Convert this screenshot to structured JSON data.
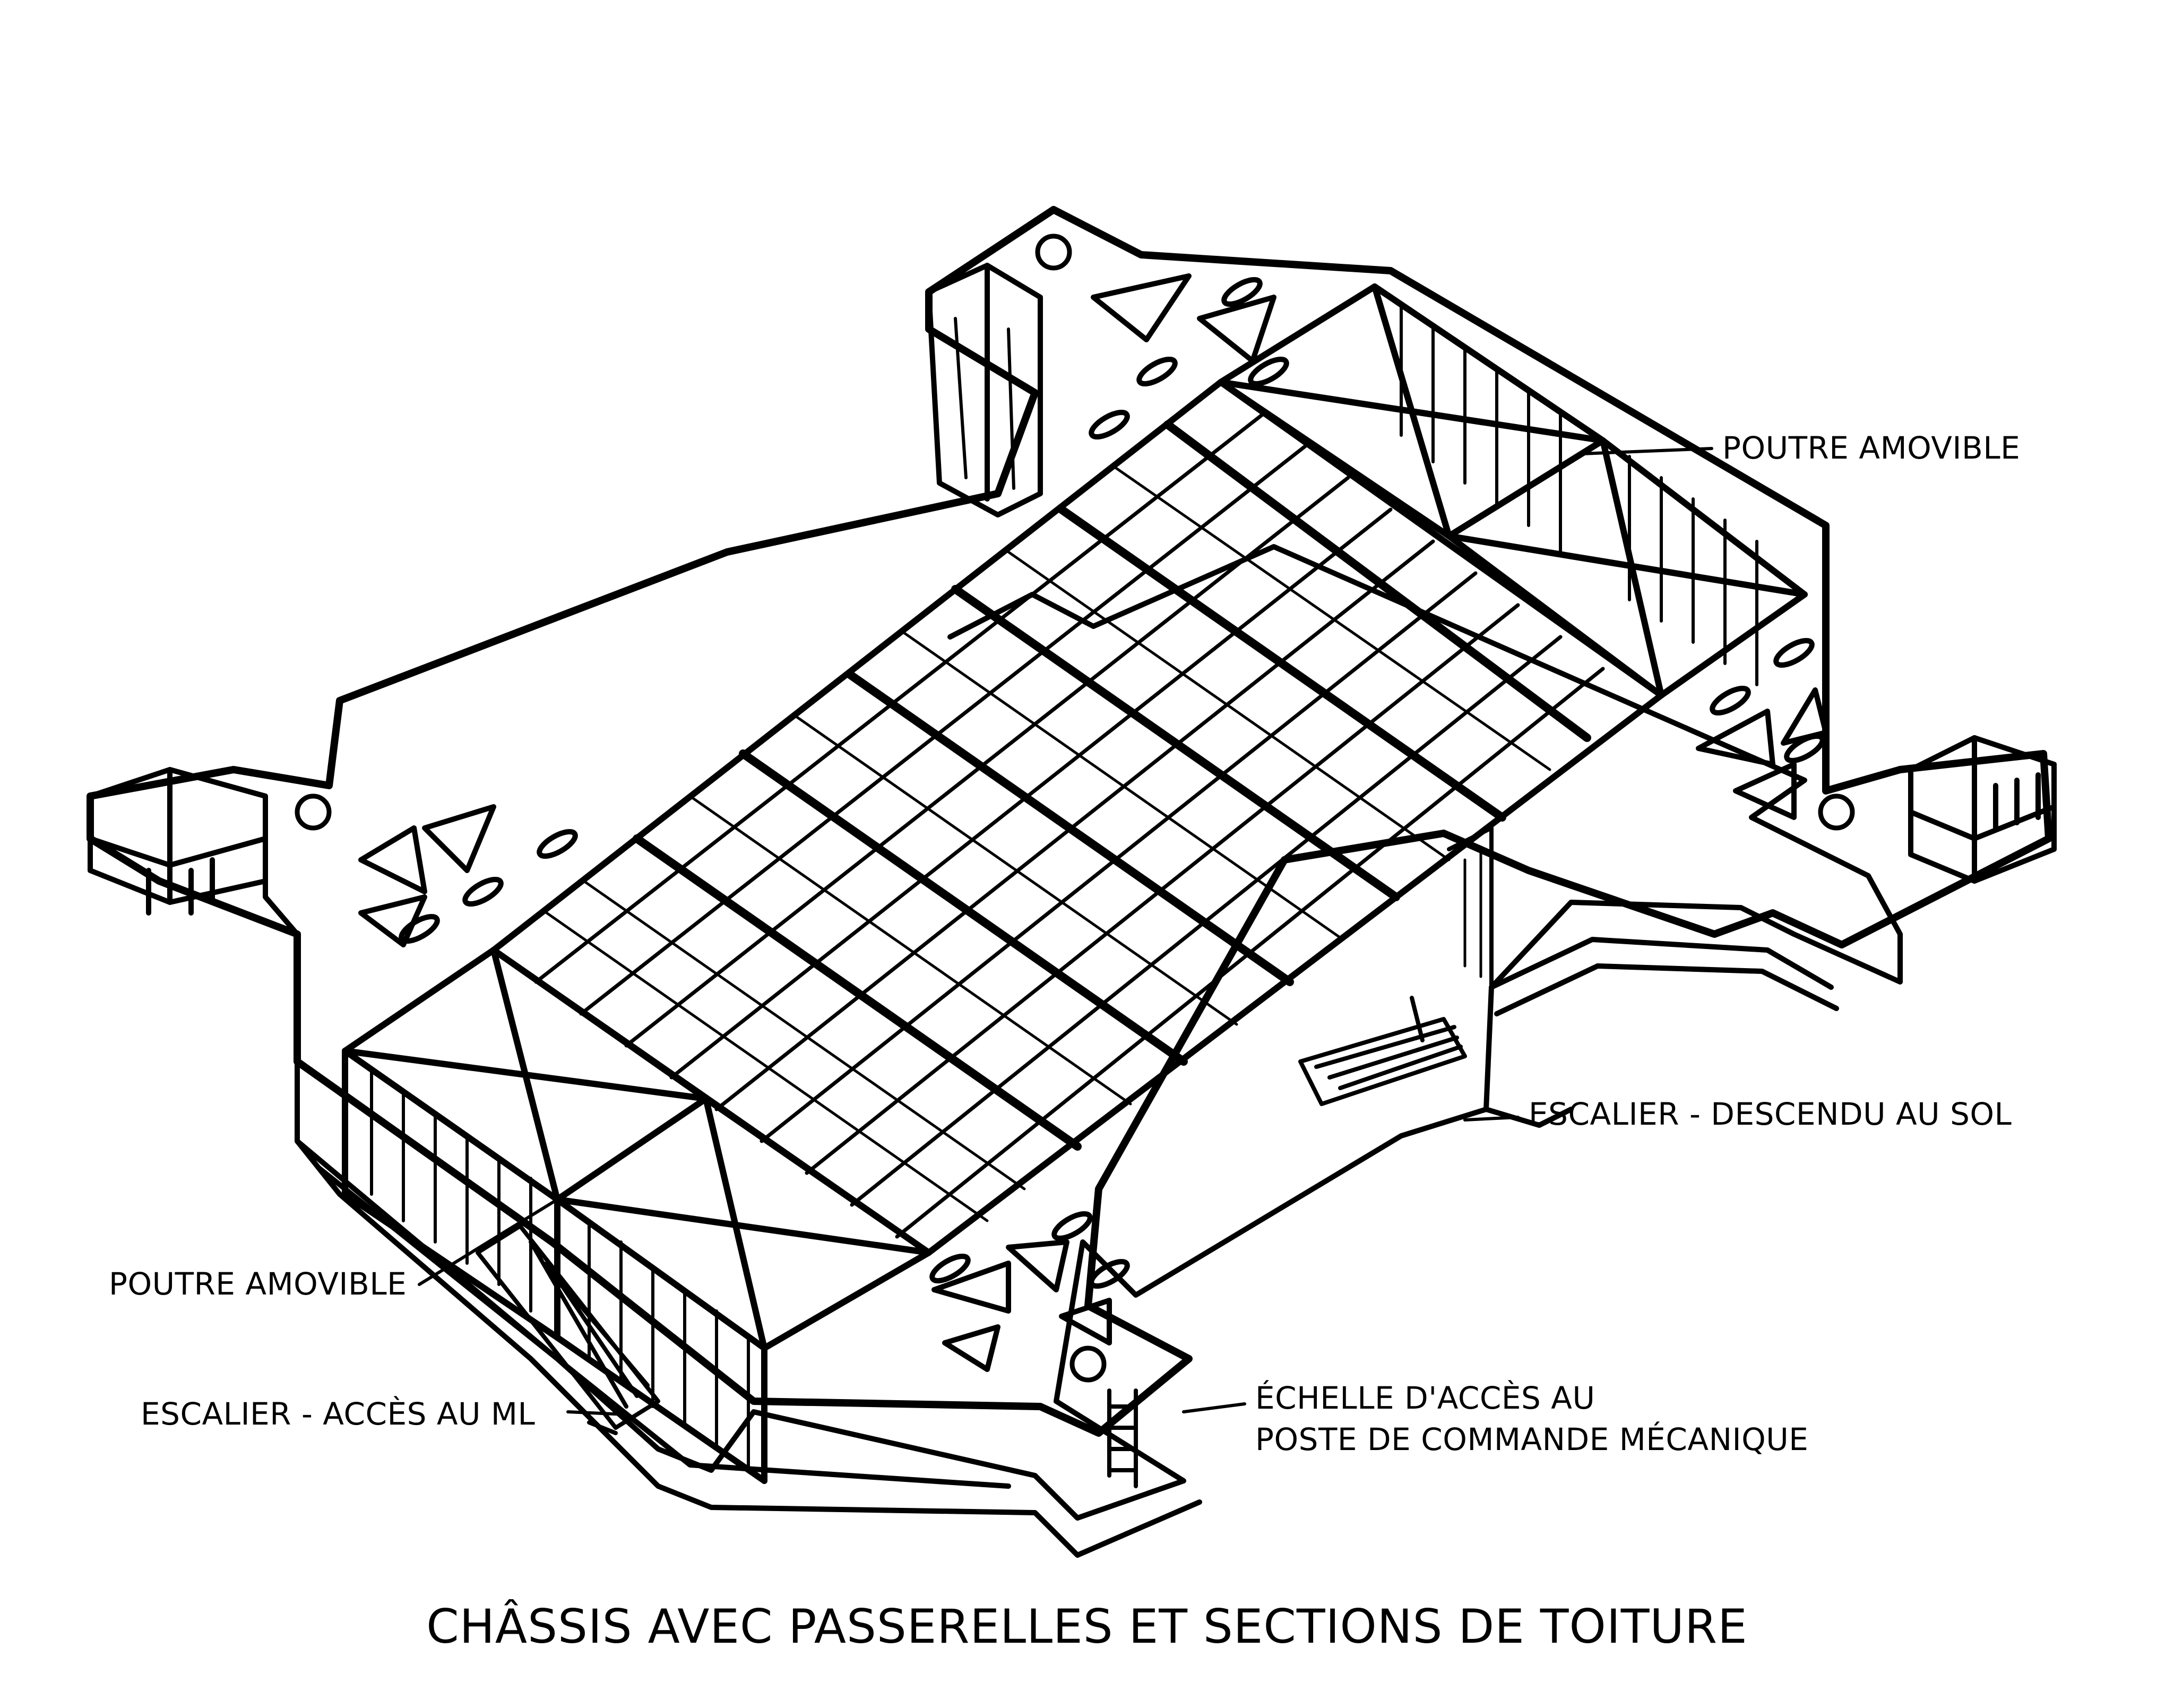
{
  "caption": "CHÂSSIS AVEC PASSERELLES ET SECTIONS DE TOITURE",
  "labels": {
    "poutre_amovible_right": "POUTRE AMOVIBLE",
    "escalier_sol": "ESCALIER - DESCENDU AU SOL",
    "poutre_amovible_left": "POUTRE AMOVIBLE",
    "escalier_ml": "ESCALIER - ACCÈS AU ML",
    "echelle_line1": "ÉCHELLE D'ACCÈS AU",
    "echelle_line2": "POSTE DE COMMANDE MÉCANIQUE"
  },
  "colors": {
    "ink": "#000000",
    "paper": "#ffffff"
  }
}
